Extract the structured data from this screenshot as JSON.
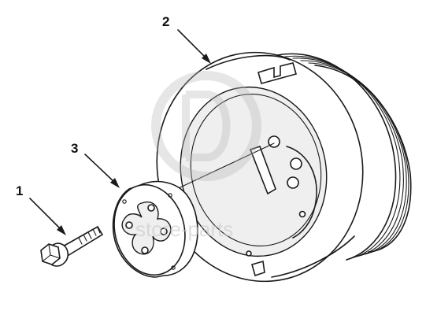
{
  "callouts": {
    "bolt": "1",
    "balancer": "2",
    "hub": "3"
  },
  "watermark": {
    "text": "store-parts",
    "logo_letters": "GD"
  },
  "colors": {
    "line": "#1a1a1a",
    "background": "#ffffff",
    "watermark": "#c9c9c9"
  }
}
